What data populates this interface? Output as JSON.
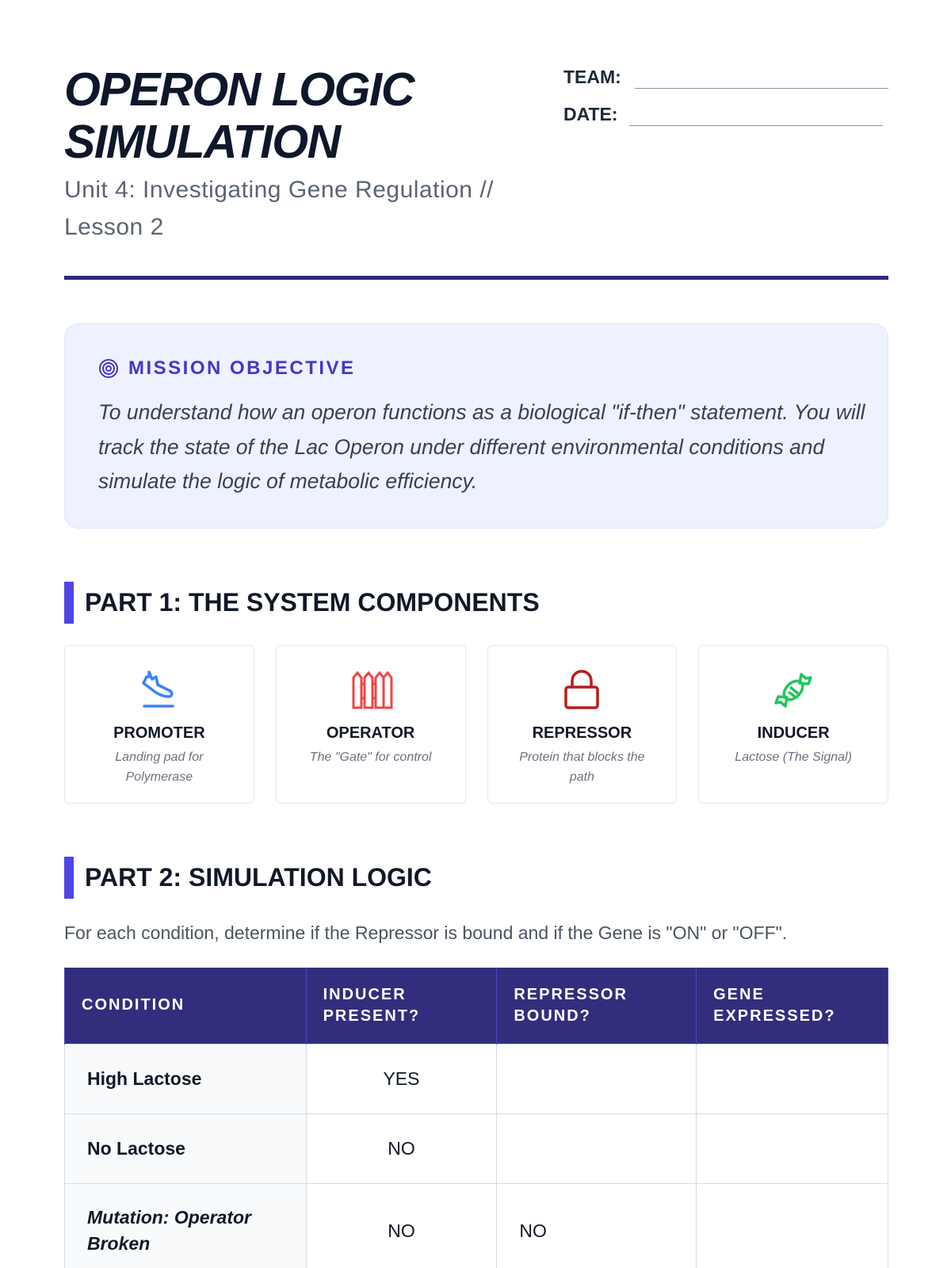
{
  "header": {
    "title_line1": "OPERON LOGIC",
    "title_line2": "SIMULATION",
    "subtitle": "Unit 4: Investigating Gene Regulation // Lesson 2",
    "team_label": "TEAM:",
    "date_label": "DATE:"
  },
  "mission": {
    "icon": "target-icon",
    "heading": "MISSION OBJECTIVE",
    "text": "To understand how an operon functions as a biological \"if-then\" statement. You will track the state of the Lac Operon under different environmental conditions and simulate the logic of metabolic efficiency."
  },
  "part1": {
    "heading": "PART 1: THE SYSTEM COMPONENTS",
    "cards": [
      {
        "icon": "plane-landing-icon",
        "color": "#3b82f6",
        "name": "PROMOTER",
        "desc": "Landing pad for Polymerase"
      },
      {
        "icon": "fence-icon",
        "color": "#ef4444",
        "name": "OPERATOR",
        "desc": "The \"Gate\" for control"
      },
      {
        "icon": "lock-icon",
        "color": "#b91c1c",
        "name": "REPRESSOR",
        "desc": "Protein that blocks the path"
      },
      {
        "icon": "candy-icon",
        "color": "#22c55e",
        "name": "INDUCER",
        "desc": "Lactose (The Signal)"
      }
    ]
  },
  "part2": {
    "heading": "PART 2: SIMULATION LOGIC",
    "description": "For each condition, determine if the Repressor is bound and if the Gene is \"ON\" or \"OFF\".",
    "columns": [
      "CONDITION",
      "INDUCER PRESENT?",
      "REPRESSOR BOUND?",
      "GENE EXPRESSED?"
    ],
    "rows": [
      [
        "High Lactose",
        "YES",
        "",
        ""
      ],
      [
        "No Lactose",
        "NO",
        "",
        ""
      ],
      [
        "Mutation: Operator Broken",
        "NO",
        "NO",
        ""
      ]
    ]
  },
  "colors": {
    "accent": "#4f46e5",
    "header": "#312e7d"
  }
}
